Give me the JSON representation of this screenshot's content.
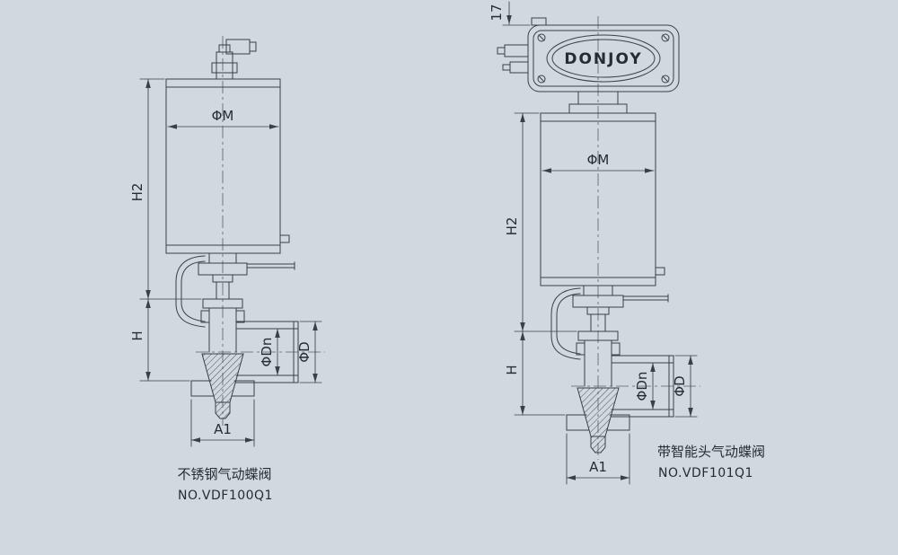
{
  "colors": {
    "background": "#d2d8e0",
    "line": "#3b4046",
    "text": "#272c34"
  },
  "left_valve": {
    "dim_phi_m": "ΦM",
    "dim_h2": "H2",
    "dim_h": "H",
    "dim_phi_dn": "ΦDn",
    "dim_phi_d": "ΦD",
    "dim_a1": "A1",
    "caption_name": "不锈钢气动蝶阀",
    "caption_model": "NO.VDF100Q1"
  },
  "right_valve": {
    "dim_17": "17",
    "brand": "DONJOY",
    "dim_phi_m": "ΦM",
    "dim_h2": "H2",
    "dim_h": "H",
    "dim_phi_dn": "ΦDn",
    "dim_phi_d": "ΦD",
    "dim_a1": "A1",
    "caption_name": "带智能头气动蝶阀",
    "caption_model": "NO.VDF101Q1"
  }
}
